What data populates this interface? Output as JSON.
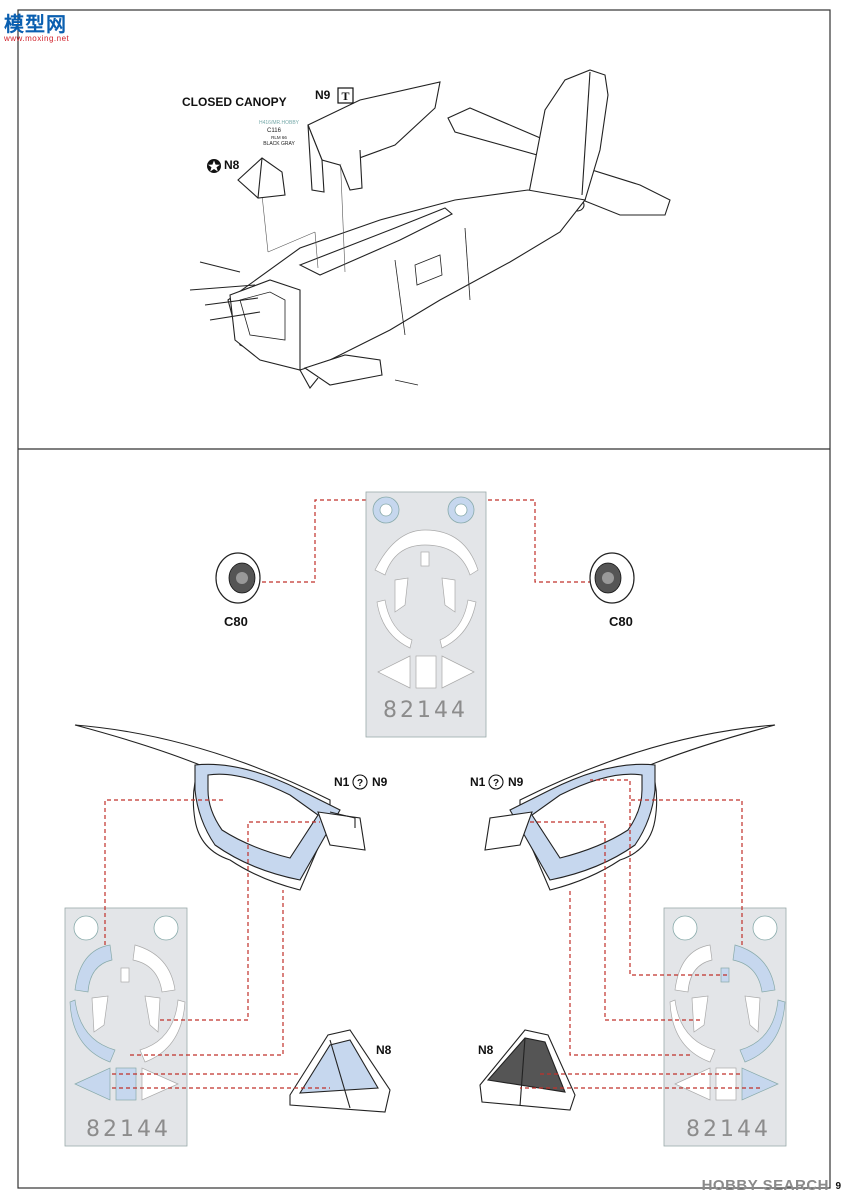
{
  "watermark": {
    "site_cn": "模型网",
    "site_url": "www.moxing.net"
  },
  "closed_canopy_label": "CLOSED CANOPY",
  "parts": {
    "n9": "N9",
    "n8": "N8",
    "n1": "N1",
    "c80": "C80",
    "n9_icon": "T"
  },
  "paint_chip": {
    "line1": "H416/MR.HOBBY",
    "line2": "C116",
    "line3": "RLM 66",
    "line4": "BLACK GRAY"
  },
  "mask_code": "82144",
  "footer": {
    "brand": "HOBBY SEARCH",
    "page": "9"
  },
  "colors": {
    "mask_blue": "#c6d7ee",
    "mask_sheet": "#e3e5e8",
    "leader_red": "#c0302a",
    "line": "#222222"
  }
}
